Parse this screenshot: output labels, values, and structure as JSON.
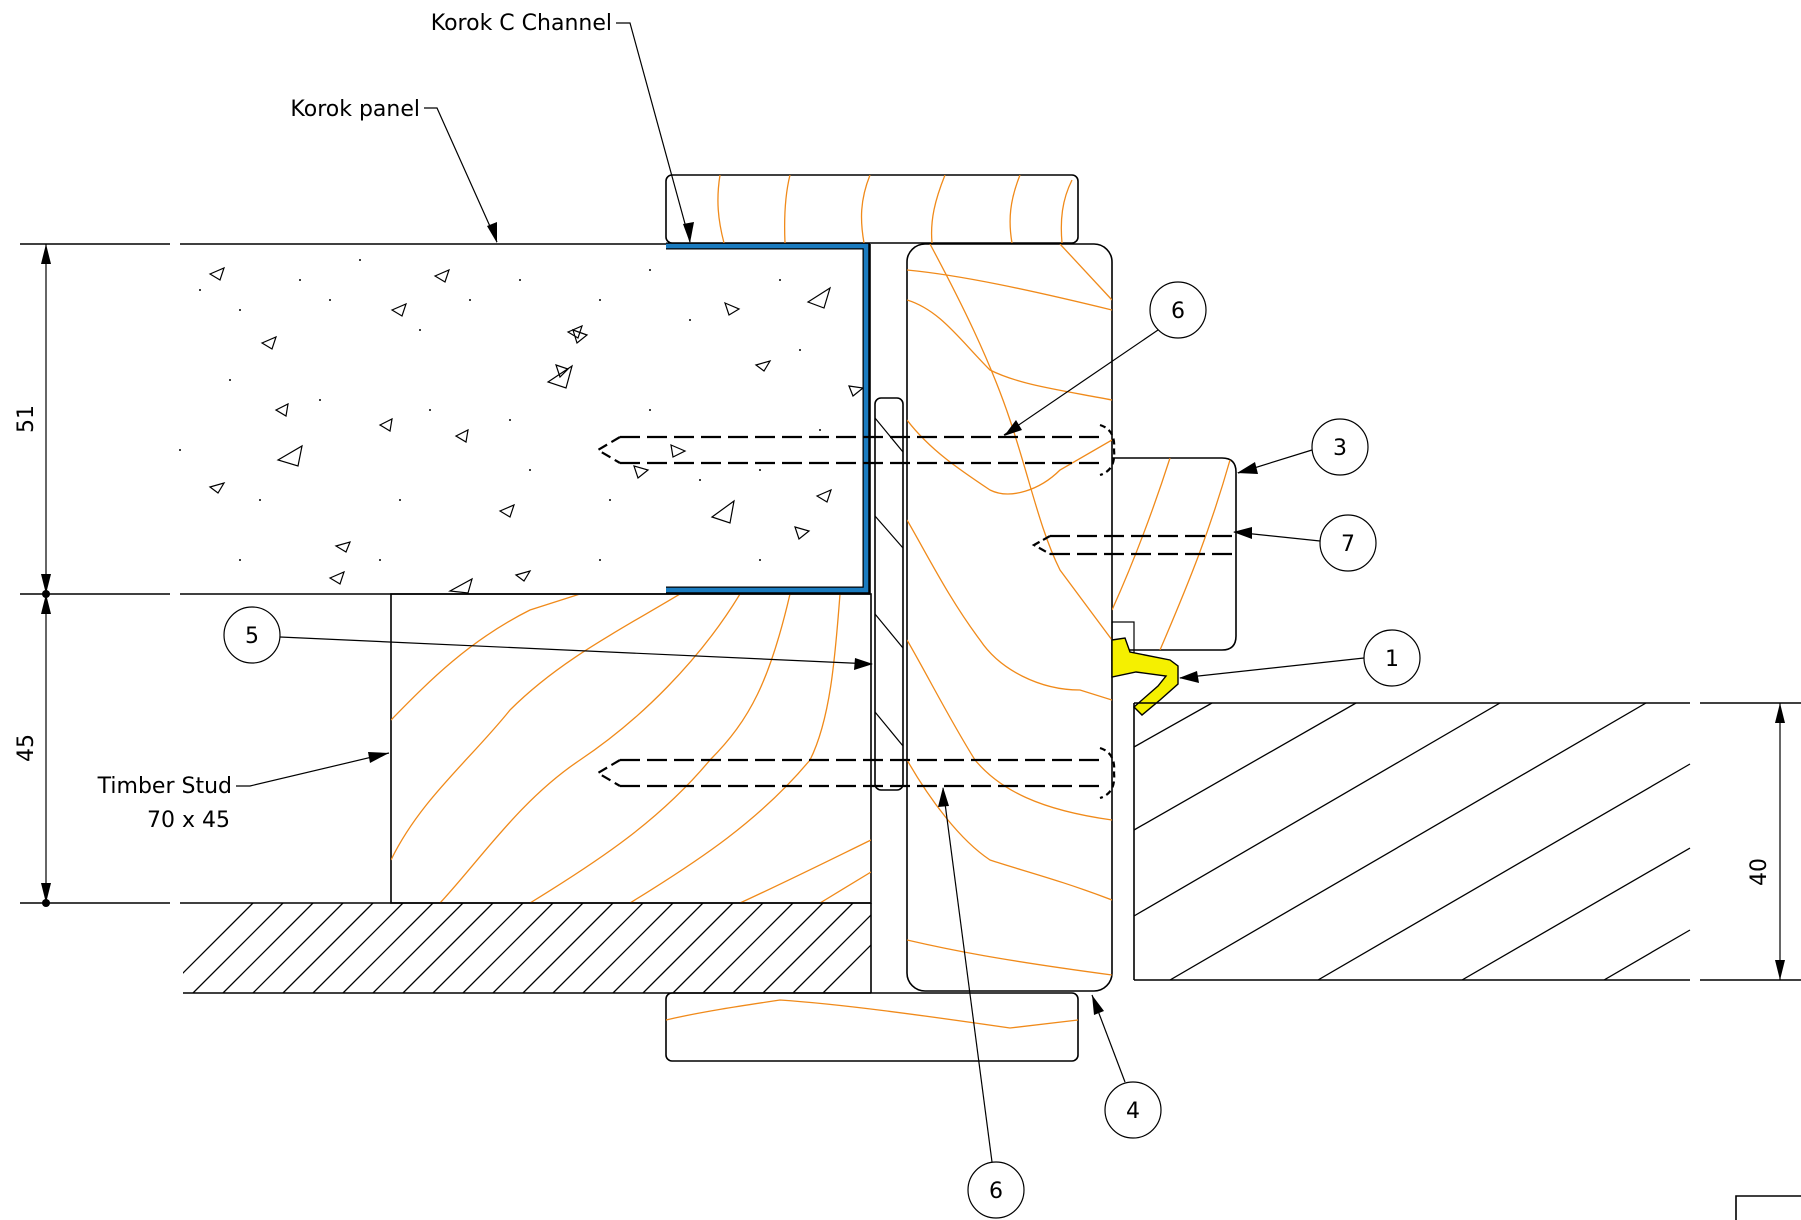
{
  "labels": {
    "korok_c_channel": "Korok C Channel",
    "korok_panel": "Korok panel",
    "timber_stud_line1": "Timber Stud",
    "timber_stud_line2": "70 x 45"
  },
  "dimensions": {
    "dim_51": "51",
    "dim_45": "45",
    "dim_40": "40"
  },
  "callouts": {
    "c6_top": "6",
    "c3": "3",
    "c7": "7",
    "c1": "1",
    "c5": "5",
    "c4": "4",
    "c6_bottom": "6"
  },
  "colors": {
    "timber_grain": "#f08a1a",
    "c_channel": "#1a7bbf",
    "seal": "#f5f000"
  }
}
